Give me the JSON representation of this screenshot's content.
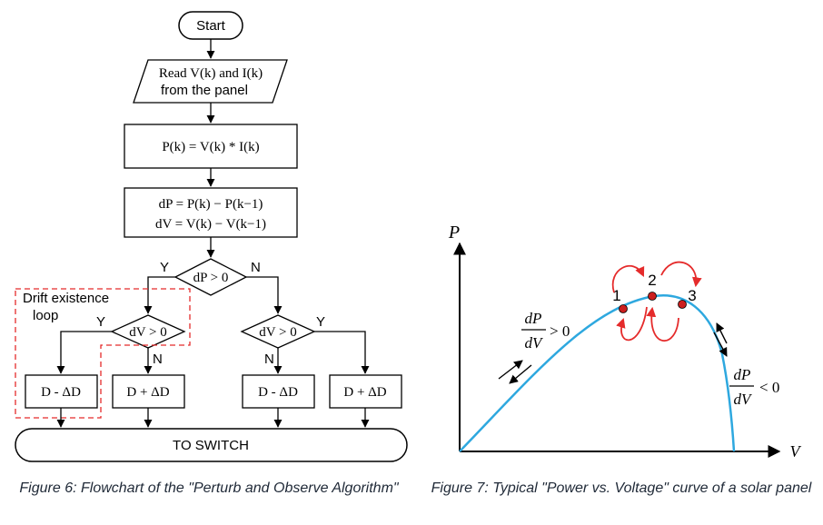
{
  "flowchart": {
    "start": "Start",
    "read_lines": [
      "Read V(k) and I(k)",
      "from the panel"
    ],
    "power_eq": "P(k) = V(k) * I(k)",
    "diff_eq_1": "dP = P(k) − P(k−1)",
    "diff_eq_2": "dV = V(k) − V(k−1)",
    "decision_dp": "dP > 0",
    "decision_dv_left": "dV > 0",
    "decision_dv_right": "dV > 0",
    "yes": "Y",
    "no": "N",
    "drift_label_1": "Drift existence",
    "drift_label_2": "loop",
    "box_1": "D - ΔD",
    "box_2": "D + ΔD",
    "box_3": "D - ΔD",
    "box_4": "D + ΔD",
    "to_switch": "TO SWITCH"
  },
  "pv_curve": {
    "y_axis": "P",
    "x_axis": "V",
    "point_1": "1",
    "point_2": "2",
    "point_3": "3",
    "slope_pos_num": "dP",
    "slope_pos_den": "dV",
    "slope_pos_sign": "> 0",
    "slope_neg_num": "dP",
    "slope_neg_den": "dV",
    "slope_neg_sign": "< 0",
    "colors": {
      "curve": "#2ea8df",
      "point": "#cc1f1f",
      "arrow": "#e52b2b"
    }
  },
  "captions": {
    "fig6": "Figure 6: Flowchart of the \"Perturb and Observe Algorithm\"",
    "fig7": "Figure 7: Typical \"Power vs. Voltage\" curve of a solar panel"
  }
}
